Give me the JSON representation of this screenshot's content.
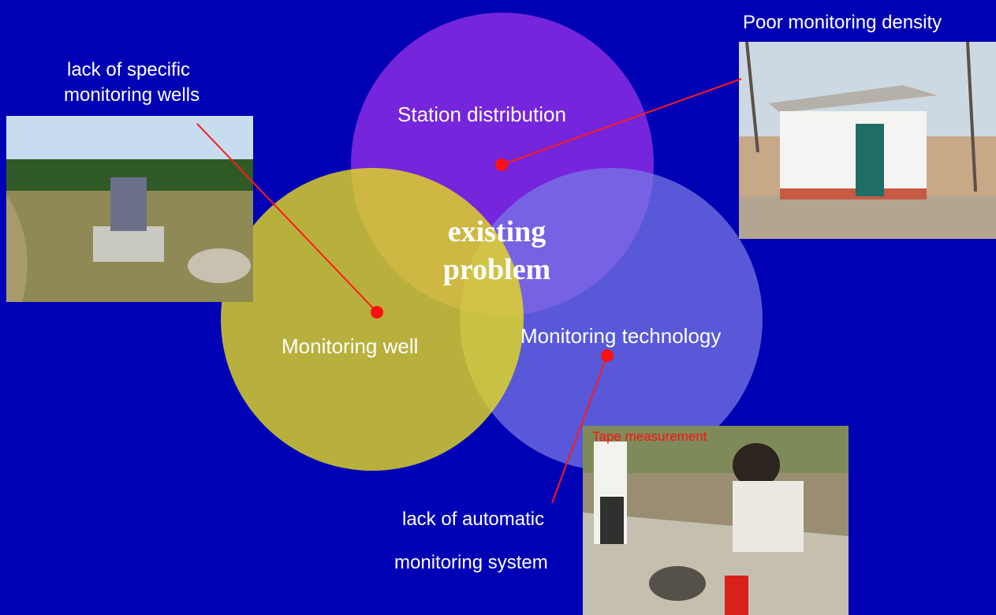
{
  "diagram": {
    "center_title": [
      "existing",
      "problem"
    ],
    "circles": [
      {
        "label": "Station distribution",
        "color": "#8a2be2"
      },
      {
        "label": "Monitoring well",
        "color": "#e6dc1e"
      },
      {
        "label": "Monitoring technology",
        "color": "#6a6ae0"
      }
    ],
    "callouts": {
      "station": "Poor monitoring density",
      "well": [
        "lack of specific",
        "monitoring wells"
      ],
      "technology": [
        "lack of automatic",
        "monitoring system"
      ]
    },
    "photos": {
      "tape_label": "Tape measurement"
    }
  }
}
